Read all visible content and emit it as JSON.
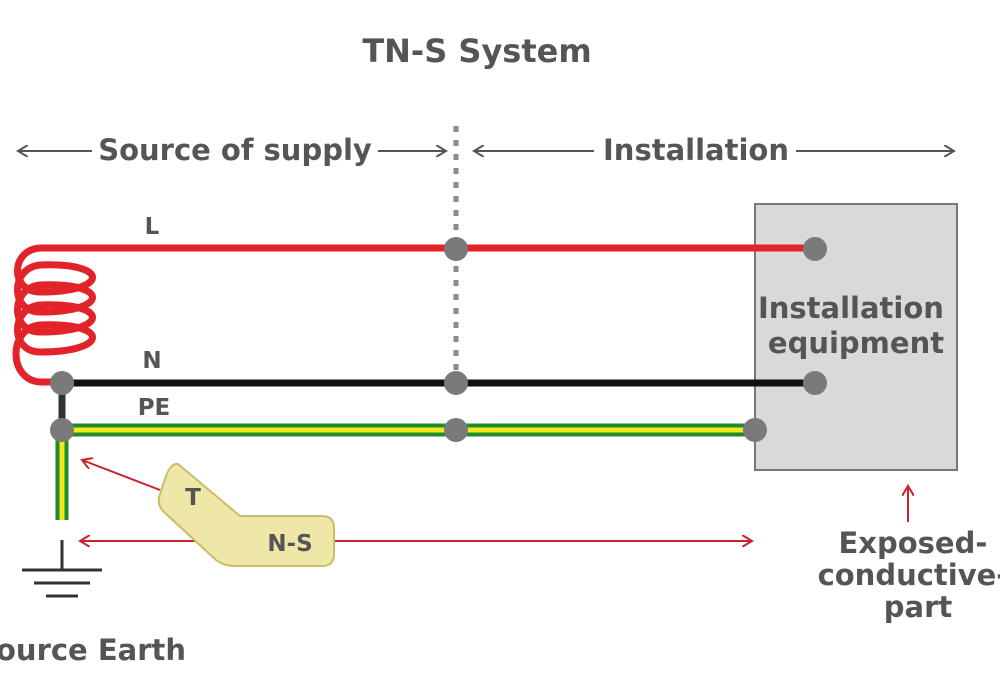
{
  "title": "TN-S System",
  "regions": {
    "source": "Source of supply",
    "installation": "Installation"
  },
  "wires": {
    "line": "L",
    "neutral": "N",
    "protective_earth": "PE"
  },
  "equipment": {
    "line1": "Installation",
    "line2": "equipment"
  },
  "earth_label": "ource Earth",
  "type_label": {
    "first": "T",
    "second": "N-S"
  },
  "exposed_part": {
    "line1": "Exposed-",
    "line2": "conductive-",
    "line3": "part"
  },
  "colors": {
    "line": "#e3232a",
    "neutral": "#111111",
    "pe_green": "#1f8a2e",
    "pe_yellow": "#f2e81c",
    "junction": "#7a7a7a",
    "arrow_gray": "#555555",
    "arrow_red": "#c8222a",
    "equipment_fill": "#d9d9d9",
    "equipment_stroke": "#777777",
    "bubble_fill": "#efe7a8",
    "bubble_stroke": "#c9bd6a",
    "text": "#555555"
  }
}
